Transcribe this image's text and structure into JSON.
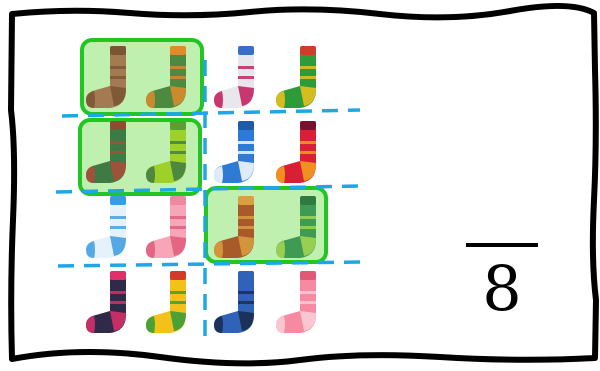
{
  "fraction": {
    "numerator": "",
    "denominator": "8"
  },
  "socks": {
    "grid_rows": 4,
    "grid_cols": 4,
    "items": [
      {
        "name": "sock-brown-hearts",
        "main": "#a47a52",
        "accent": "#7a5534",
        "cuff": "#7a5534"
      },
      {
        "name": "sock-green-orange",
        "main": "#4b8a3f",
        "accent": "#e08a2a",
        "cuff": "#e08a2a"
      },
      {
        "name": "sock-white-argyle",
        "main": "#e8e8ec",
        "accent": "#c2185b",
        "cuff": "#3a6fc8"
      },
      {
        "name": "sock-green-yellow",
        "main": "#2e9b3a",
        "accent": "#f2c21b",
        "cuff": "#d43a2a"
      },
      {
        "name": "sock-green-zigzag",
        "main": "#3f7a44",
        "accent": "#b04a3a",
        "cuff": "#8a4f2e"
      },
      {
        "name": "sock-lime-dots",
        "main": "#9ed02a",
        "accent": "#3f7a44",
        "cuff": "#5aa02e"
      },
      {
        "name": "sock-blue-stars",
        "main": "#2e7bd6",
        "accent": "#ffffff",
        "cuff": "#1d5aa8"
      },
      {
        "name": "sock-red-stripes",
        "main": "#d91f36",
        "accent": "#f2a51b",
        "cuff": "#7a1030"
      },
      {
        "name": "sock-white-blue-dots",
        "main": "#e6f2fb",
        "accent": "#3a9be0",
        "cuff": "#3a9be0"
      },
      {
        "name": "sock-pink-hearts",
        "main": "#f6a6b8",
        "accent": "#e05a78",
        "cuff": "#ee8aa0"
      },
      {
        "name": "sock-brown-cat",
        "main": "#a85a2a",
        "accent": "#d9a040",
        "cuff": "#d9a040"
      },
      {
        "name": "sock-green-stripes",
        "main": "#3f9a54",
        "accent": "#a8d850",
        "cuff": "#2e7a40"
      },
      {
        "name": "sock-navy-zigzag",
        "main": "#2f2a4a",
        "accent": "#e0306a",
        "cuff": "#e0306a"
      },
      {
        "name": "sock-yellow-stripes",
        "main": "#f2c21b",
        "accent": "#2e9b3a",
        "cuff": "#d43a2a"
      },
      {
        "name": "sock-blue-navy",
        "main": "#2f62b8",
        "accent": "#1a2a4a",
        "cuff": "#2f62b8"
      },
      {
        "name": "sock-pink-dots",
        "main": "#f58aa0",
        "accent": "#fbd0da",
        "cuff": "#e05a78"
      }
    ],
    "highlighted_pairs": [
      [
        0,
        1
      ],
      [
        4,
        5
      ],
      [
        10,
        11
      ]
    ]
  },
  "colors": {
    "frame": "#000000",
    "dash": "#1ea7e6",
    "highlight_fill": "#bff0b0",
    "highlight_stroke": "#22c522"
  }
}
